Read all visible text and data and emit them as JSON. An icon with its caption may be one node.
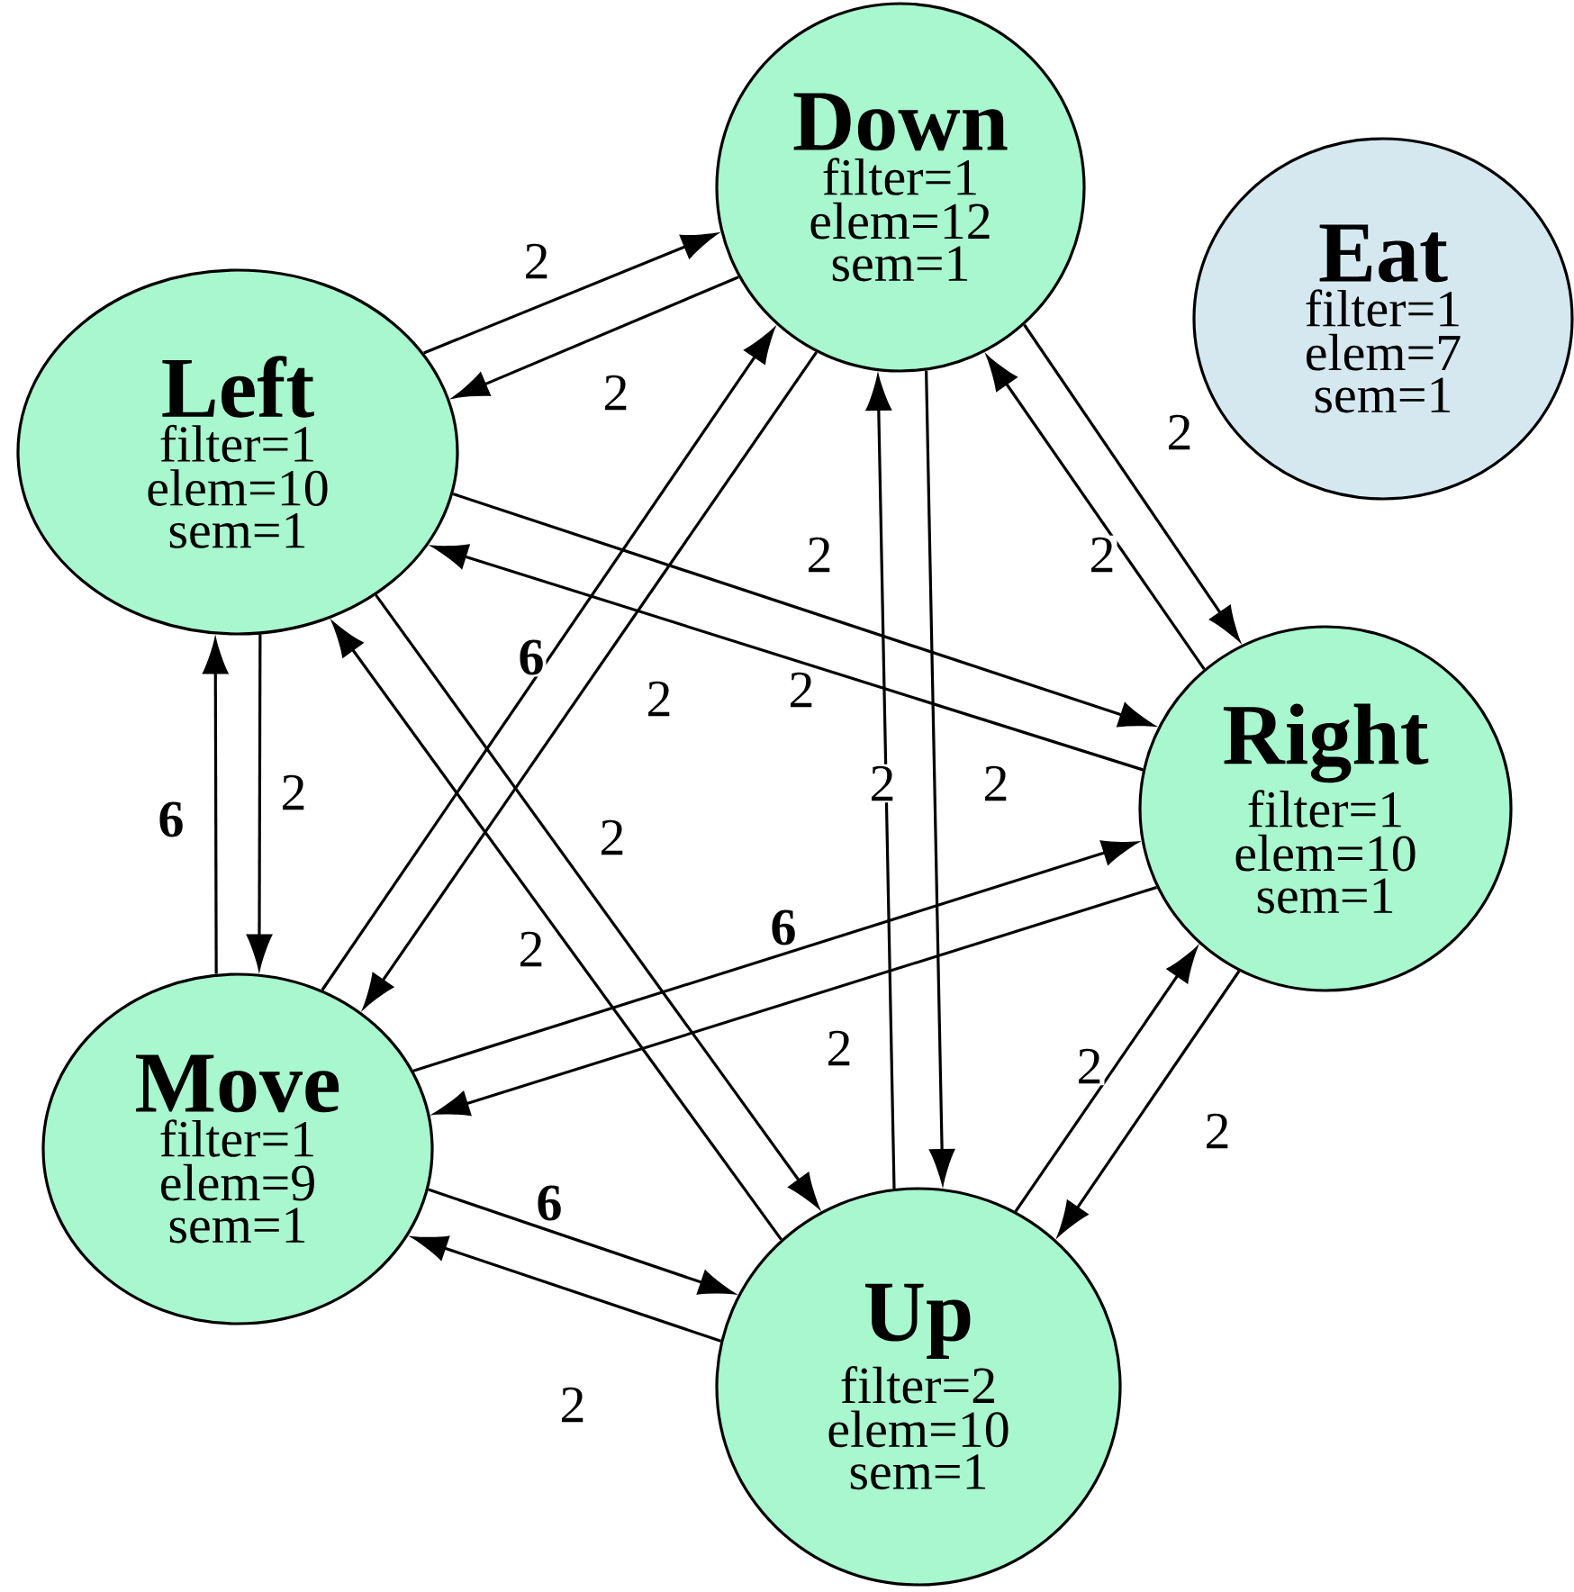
{
  "diagram": {
    "nodes": [
      {
        "text": [
          "Down",
          "filter=1",
          "elem=12",
          "sem=1"
        ]
      },
      {
        "text": [
          "Eat",
          "filter=1",
          "elem=7",
          "sem=1"
        ]
      },
      {
        "text": [
          "Left",
          "filter=1",
          "elem=10",
          "sem=1"
        ]
      },
      {
        "text": [
          "Right",
          "filter=1",
          "elem=10",
          "sem=1"
        ]
      },
      {
        "text": [
          "Move",
          "filter=1",
          "elem=9",
          "sem=1"
        ]
      },
      {
        "text": [
          "Up",
          "filter=2",
          "elem=10",
          "sem=1"
        ]
      }
    ],
    "edges": [
      {
        "from": 2,
        "to": 0,
        "arrow": "to",
        "label": "2"
      },
      {
        "from": 0,
        "to": 2,
        "arrow": "to",
        "label": "2"
      },
      {
        "from": 0,
        "to": 3,
        "arrow": "to",
        "label": "2"
      },
      {
        "from": 3,
        "to": 0,
        "arrow": "to",
        "label": "2"
      },
      {
        "from": 2,
        "to": 3,
        "arrow": "to",
        "label": "2"
      },
      {
        "from": 3,
        "to": 2,
        "arrow": "to",
        "label": "2"
      },
      {
        "from": 2,
        "to": 4,
        "arrow": "to",
        "label": "2"
      },
      {
        "from": 4,
        "to": 2,
        "arrow": "to",
        "label": "6"
      },
      {
        "from": 4,
        "to": 0,
        "arrow": "to",
        "label": "6"
      },
      {
        "from": 0,
        "to": 4,
        "arrow": "to",
        "label": "2"
      },
      {
        "from": 2,
        "to": 5,
        "arrow": "to",
        "label": "2"
      },
      {
        "from": 5,
        "to": 2,
        "arrow": "to",
        "label": "2"
      },
      {
        "from": 5,
        "to": 0,
        "arrow": "to",
        "label": "2"
      },
      {
        "from": 0,
        "to": 5,
        "arrow": "to",
        "label": "2"
      },
      {
        "from": 4,
        "to": 3,
        "arrow": "to",
        "label": "6"
      },
      {
        "from": 3,
        "to": 4,
        "arrow": "to",
        "label": "2"
      },
      {
        "from": 4,
        "to": 5,
        "arrow": "to",
        "label": "6"
      },
      {
        "from": 5,
        "to": 4,
        "arrow": "to",
        "label": "2"
      },
      {
        "from": 5,
        "to": 3,
        "arrow": "to",
        "label": "2"
      },
      {
        "from": 3,
        "to": 5,
        "arrow": "to",
        "label": "2"
      }
    ]
  }
}
